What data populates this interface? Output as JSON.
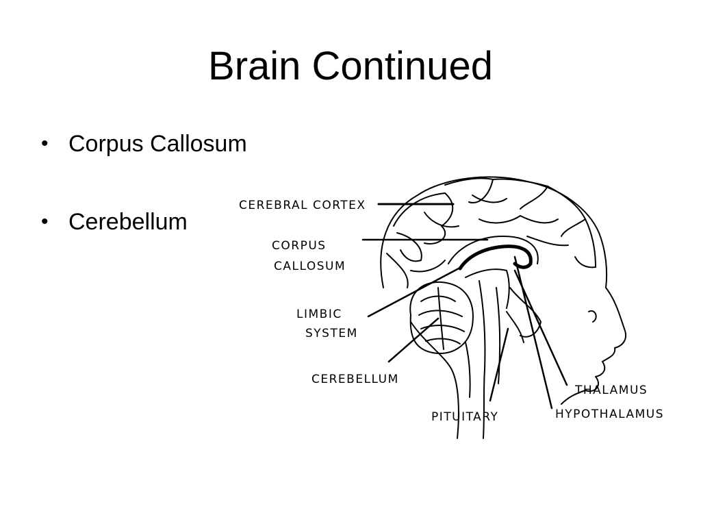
{
  "slide": {
    "title": "Brain Continued",
    "bullets": [
      "Corpus Callosum",
      "Cerebellum"
    ]
  },
  "diagram": {
    "labels": {
      "cerebral_cortex": "CEREBRAL CORTEX",
      "corpus_1": "CORPUS",
      "corpus_2": "CALLOSUM",
      "limbic_1": "LIMBIC",
      "limbic_2": "SYSTEM",
      "cerebellum": "CEREBELLUM",
      "pituitary": "PITUITARY",
      "thalamus": "THALAMUS",
      "hypothalamus": "HYPOTHALAMUS"
    }
  }
}
